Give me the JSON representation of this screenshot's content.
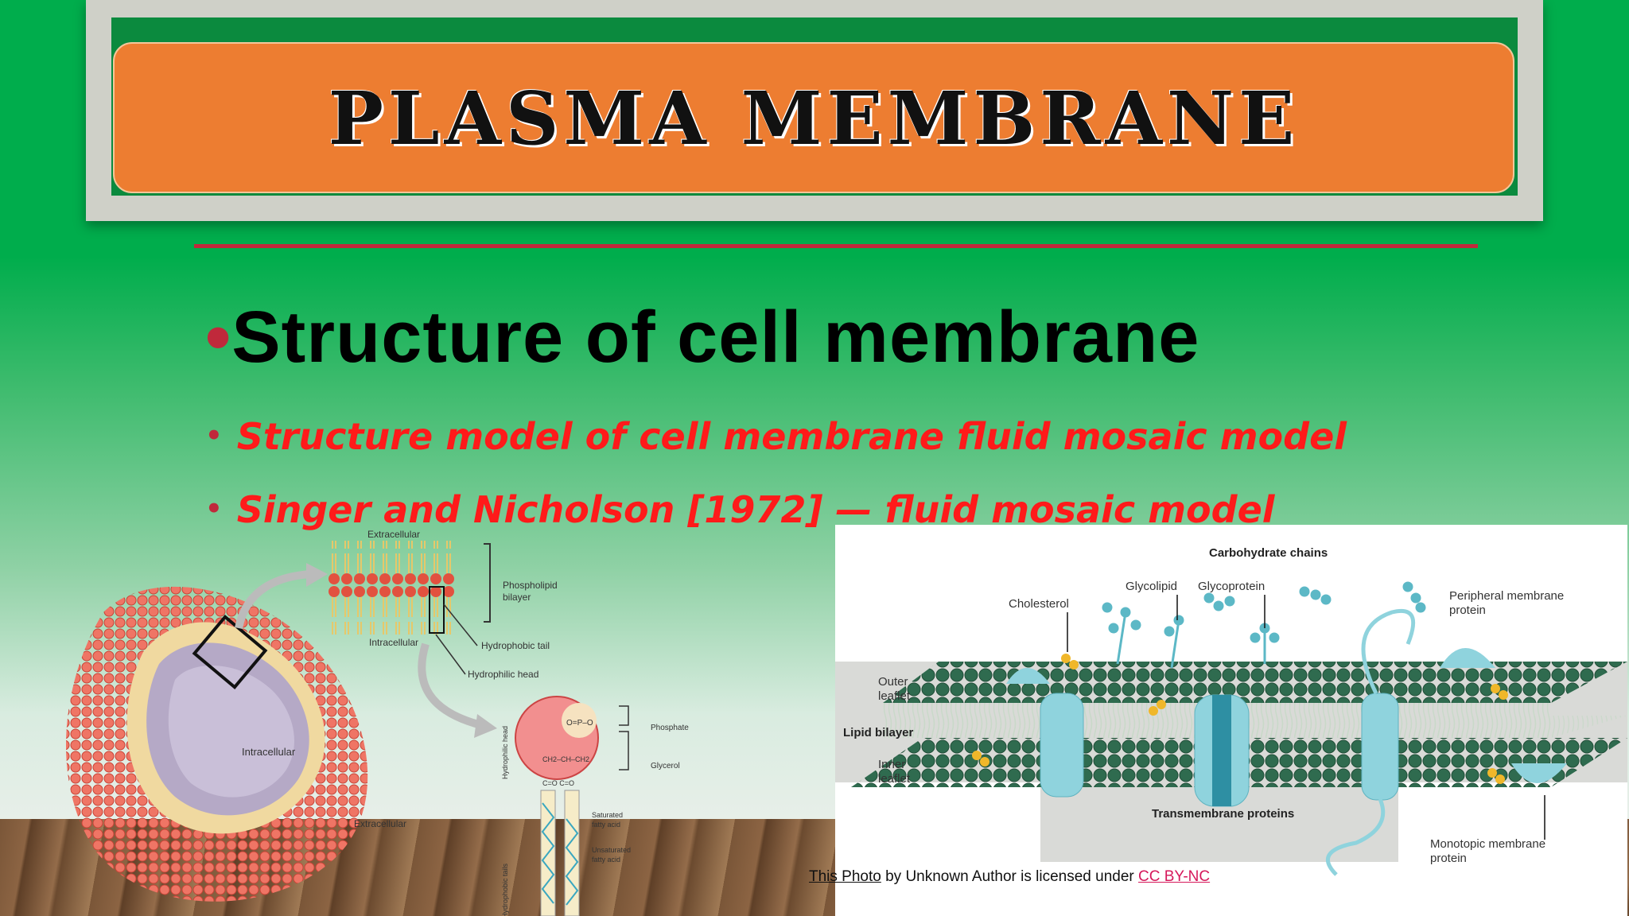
{
  "slide": {
    "title": "PLASMA MEMBRANE",
    "heading": "Structure of cell  membrane",
    "bullets": [
      "Structure model of cell membrane fluid mosaic model",
      "Singer and Nicholson [1972] — fluid mosaic model"
    ],
    "colors": {
      "background": "#00ad4c",
      "title_box": "#ed7d31",
      "rule": "#c0293b",
      "bullet_text": "#ff1a1a"
    }
  },
  "left_figure": {
    "labels": {
      "extracellular_top": "Extracellular",
      "phospholipid_bilayer_1": "Phospholipid",
      "phospholipid_bilayer_2": "bilayer",
      "intracellular_top": "Intracellular",
      "hydrophobic_tail": "Hydrophobic tail",
      "hydrophilic_head": "Hydrophilic head",
      "intracellular_cell": "Intracellular",
      "extracellular_bottom": "Extracellular",
      "phosphate": "Phosphate",
      "glycerol": "Glycerol",
      "saturated_1": "Saturated",
      "saturated_2": "fatty acid",
      "unsaturated_1": "Unsaturated",
      "unsaturated_2": "fatty acid",
      "hydrophilic_head_vertical": "Hydrophilic head",
      "hydrophobic_tails_vertical": "Hydrophobic tails"
    }
  },
  "right_figure": {
    "labels": {
      "carbohydrate_chains": "Carbohydrate chains",
      "glycolipid": "Glycolipid",
      "glycoprotein": "Glycoprotein",
      "cholesterol": "Cholesterol",
      "peripheral_1": "Peripheral membrane",
      "peripheral_2": "protein",
      "outer_1": "Outer",
      "outer_2": "leaflet",
      "lipid_bilayer": "Lipid bilayer",
      "inner_1": "Inner",
      "inner_2": "leaflet",
      "transmembrane": "Transmembrane proteins",
      "monotopic_1": "Monotopic membrane",
      "monotopic_2": "protein"
    }
  },
  "credit": {
    "photo_link": "This Photo",
    "middle": " by Unknown Author is licensed under ",
    "license_link": "CC BY-NC"
  }
}
